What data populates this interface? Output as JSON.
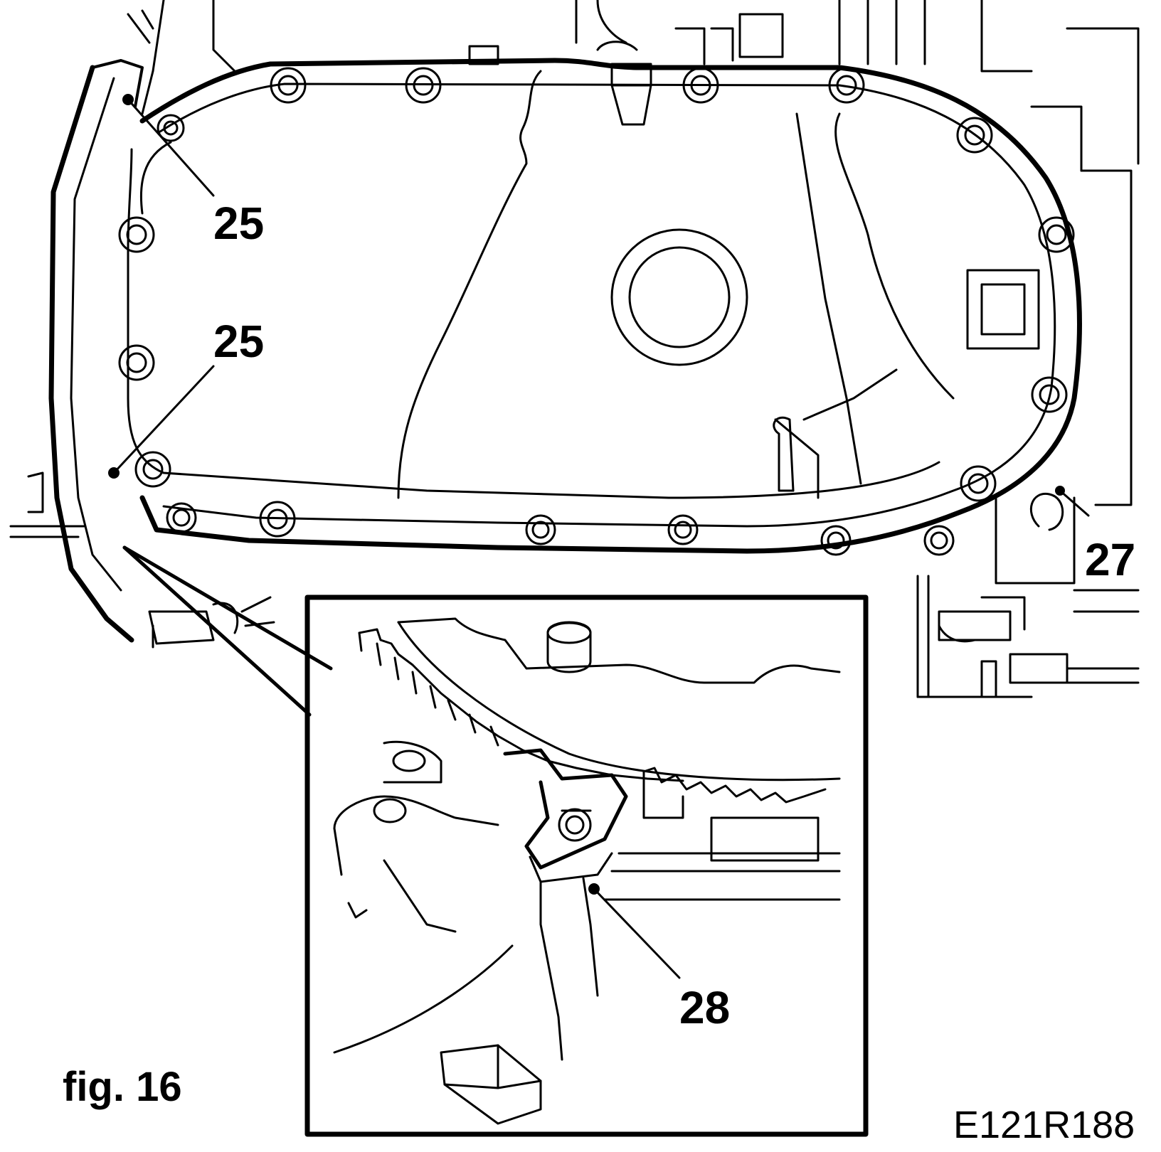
{
  "figure": {
    "label": "fig. 16",
    "reference_code": "E121R188"
  },
  "callouts": [
    {
      "id": "25a",
      "text": "25"
    },
    {
      "id": "25b",
      "text": "25"
    },
    {
      "id": "27",
      "text": "27"
    },
    {
      "id": "28",
      "text": "28"
    }
  ],
  "colors": {
    "line": "#000000",
    "background": "#ffffff"
  }
}
